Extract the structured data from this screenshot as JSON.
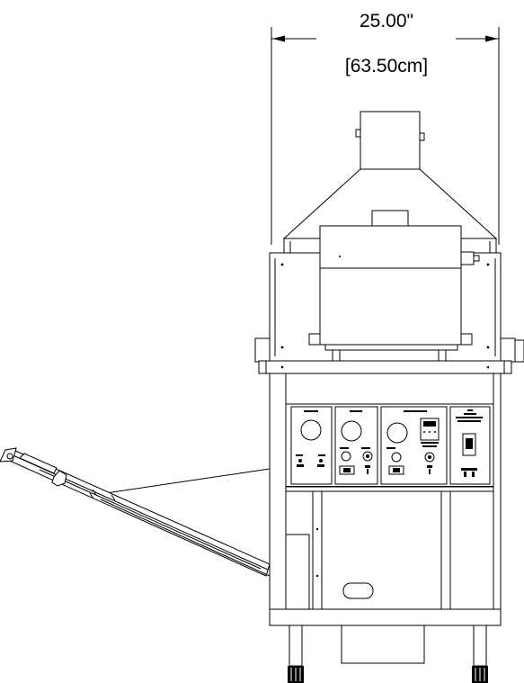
{
  "dimension": {
    "imperial": "25.00\"",
    "metric": "[63.50cm]"
  },
  "panels": [
    {
      "id": "power-panel",
      "knobs": 1
    },
    {
      "id": "heat-panel",
      "knobs": 1
    },
    {
      "id": "temperature-panel",
      "knobs": 1,
      "display": true
    },
    {
      "id": "switch-panel",
      "knobs": 0
    }
  ]
}
